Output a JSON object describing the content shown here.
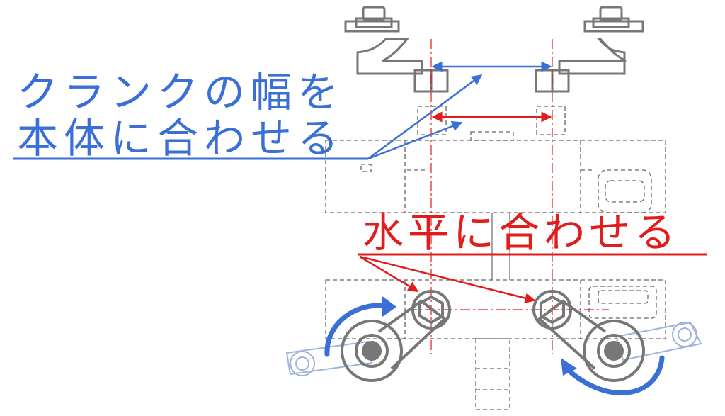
{
  "annotations": {
    "blue_line1": "クランクの幅を",
    "blue_line2": "本体に合わせる",
    "red_label": "水平に合わせる"
  },
  "colors": {
    "blue": "#3b6fd8",
    "red": "#e21c1c",
    "drawing_line": "#777777",
    "hidden_line": "#666666",
    "light_part": "#9fb4dd"
  }
}
